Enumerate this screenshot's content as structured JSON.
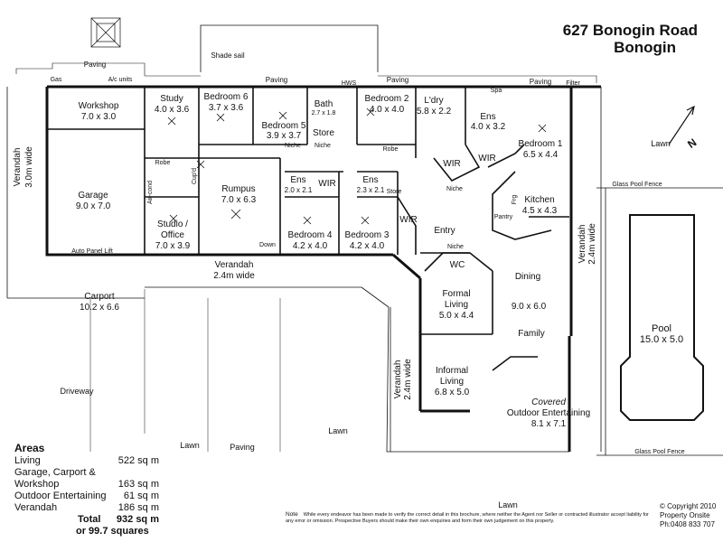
{
  "header": {
    "line1": "627 Bonogin Road",
    "line2": "Bonogin"
  },
  "rooms": {
    "workshop": {
      "name": "Workshop",
      "size": "7.0 x 3.0"
    },
    "study": {
      "name": "Study",
      "size": "4.0 x 3.6"
    },
    "bedroom6": {
      "name": "Bedroom 6",
      "size": "3.7 x 3.6"
    },
    "bedroom5": {
      "name": "Bedroom 5",
      "size": "3.9 x 3.7"
    },
    "bath": {
      "name": "Bath",
      "size": "2.7 x 1.8"
    },
    "bedroom2": {
      "name": "Bedroom 2",
      "size": "4.0 x 4.0"
    },
    "laundry": {
      "name": "L'dry",
      "size": "5.8 x 2.2"
    },
    "ens1": {
      "name": "Ens",
      "size": "4.0 x 3.2"
    },
    "bedroom1": {
      "name": "Bedroom 1",
      "size": "6.5 x 4.4"
    },
    "garage": {
      "name": "Garage",
      "size": "9.0 x 7.0"
    },
    "rumpus": {
      "name": "Rumpus",
      "size": "7.0 x 6.3"
    },
    "ens2": {
      "name": "Ens",
      "size": "2.0 x 2.1"
    },
    "ens3": {
      "name": "Ens",
      "size": "2.3 x 2.1"
    },
    "kitchen": {
      "name": "Kitchen",
      "size": "4.5 x 4.3"
    },
    "studio": {
      "name1": "Studio /",
      "name2": "Office",
      "size": "7.0 x 3.9"
    },
    "bedroom4": {
      "name": "Bedroom 4",
      "size": "4.2 x 4.0"
    },
    "bedroom3": {
      "name": "Bedroom 3",
      "size": "4.2 x 4.0"
    },
    "carport": {
      "name": "Carport",
      "size": "10.2 x 6.6"
    },
    "formal": {
      "name1": "Formal",
      "name2": "Living",
      "size": "5.0 x 4.4"
    },
    "dining": {
      "name": "Dining",
      "size": "9.0 x 6.0",
      "family": "Family"
    },
    "informal": {
      "name1": "Informal",
      "name2": "Living",
      "size": "6.8 x 5.0"
    },
    "outdoor": {
      "name1": "Covered",
      "name2": "Outdoor Entertaining",
      "size": "8.1 x 7.1"
    },
    "pool": {
      "name": "Pool",
      "size": "15.0 x 5.0"
    }
  },
  "labels": {
    "paving": "Paving",
    "shade_sail": "Shade sail",
    "gas": "Gas",
    "ac_units": "A/c units",
    "hws": "HWS",
    "filter": "Filter",
    "spa": "Spa",
    "robe": "Robe",
    "niche": "Niche",
    "store": "Store",
    "wir": "WIR",
    "wc": "WC",
    "entry": "Entry",
    "pantry": "Pantry",
    "fridge": "Frg",
    "aircon": "Air-cond",
    "cupboard": "Cup'd",
    "down": "Down",
    "auto_lift": "Auto Panel Lift",
    "verandah_west1": "Verandah",
    "verandah_west2": "3.0m wide",
    "verandah_south1": "Verandah",
    "verandah_south2": "2.4m wide",
    "verandah_east1": "Verandah",
    "verandah_east2": "2.4m wide",
    "verandah_mid1": "Verandah",
    "verandah_mid2": "2.4m wide",
    "lawn": "Lawn",
    "driveway": "Driveway",
    "glass_fence": "Glass Pool Fence"
  },
  "areas": {
    "heading": "Areas",
    "living_label": "Living",
    "living_value": "522 sq m",
    "garage_label1": "Garage, Carport &",
    "garage_label2": "Workshop",
    "garage_value": "163 sq m",
    "outdoor_label": "Outdoor Entertaining",
    "outdoor_value": "61 sq m",
    "verandah_label": "Verandah",
    "verandah_value": "186 sq m",
    "total_label": "Total",
    "total_value": "932 sq m",
    "squares": "or 99.7 squares"
  },
  "note": {
    "label": "Note",
    "text": "While every endeavor has been made to verify the correct detail in this brochure, where neither the Agent nor Seller or contracted illustrator accept liability for any error or omission. Prospective Buyers should make their own enquiries and form their own judgement on this property."
  },
  "copyright": {
    "line1": "© Copyright 2010",
    "line2": "Property Onsite",
    "line3": "Ph:0408 833 707"
  },
  "compass": {
    "letter": "N"
  }
}
